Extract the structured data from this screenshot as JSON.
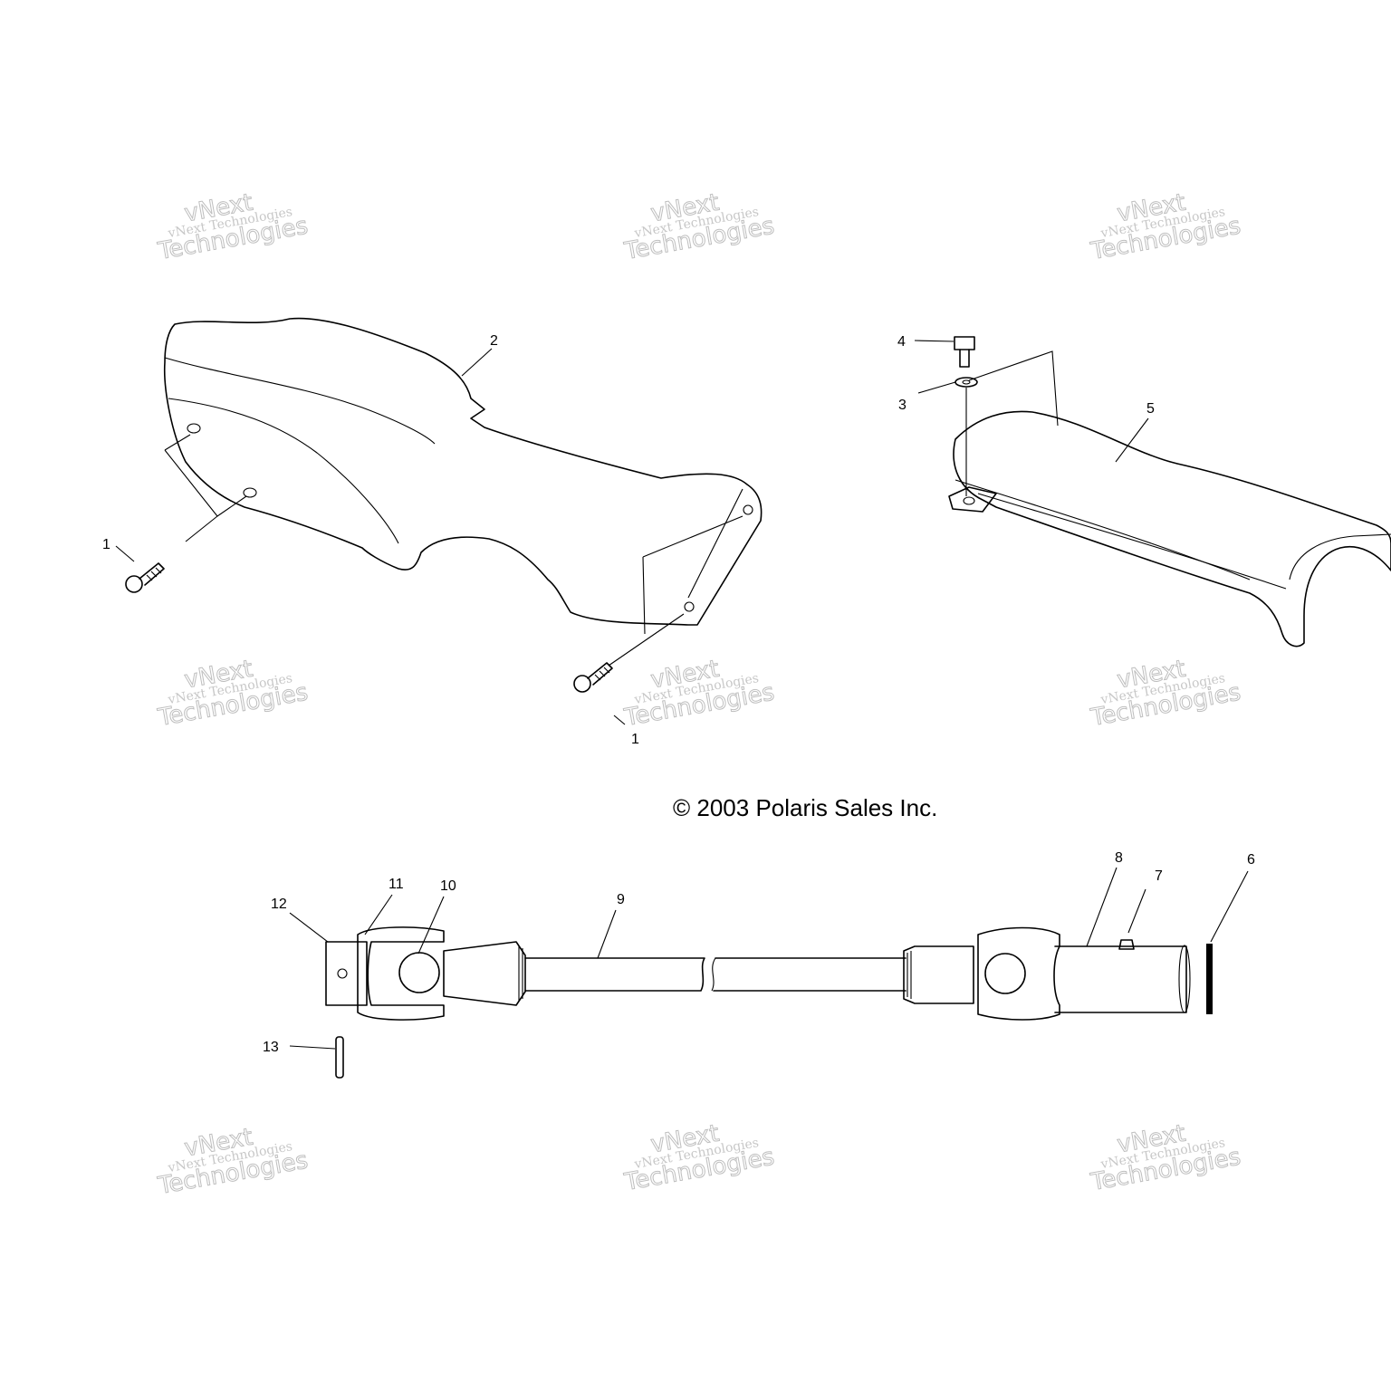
{
  "copyright": "© 2003 Polaris Sales Inc.",
  "watermark": {
    "line1": "vNext",
    "line2": "vNext Technologies",
    "line3": "Technologies"
  },
  "callouts": {
    "c1a": "1",
    "c1b": "1",
    "c2": "2",
    "c3": "3",
    "c4": "4",
    "c5": "5",
    "c6": "6",
    "c7": "7",
    "c8": "8",
    "c9": "9",
    "c10": "10",
    "c11": "11",
    "c12": "12",
    "c13": "13"
  }
}
